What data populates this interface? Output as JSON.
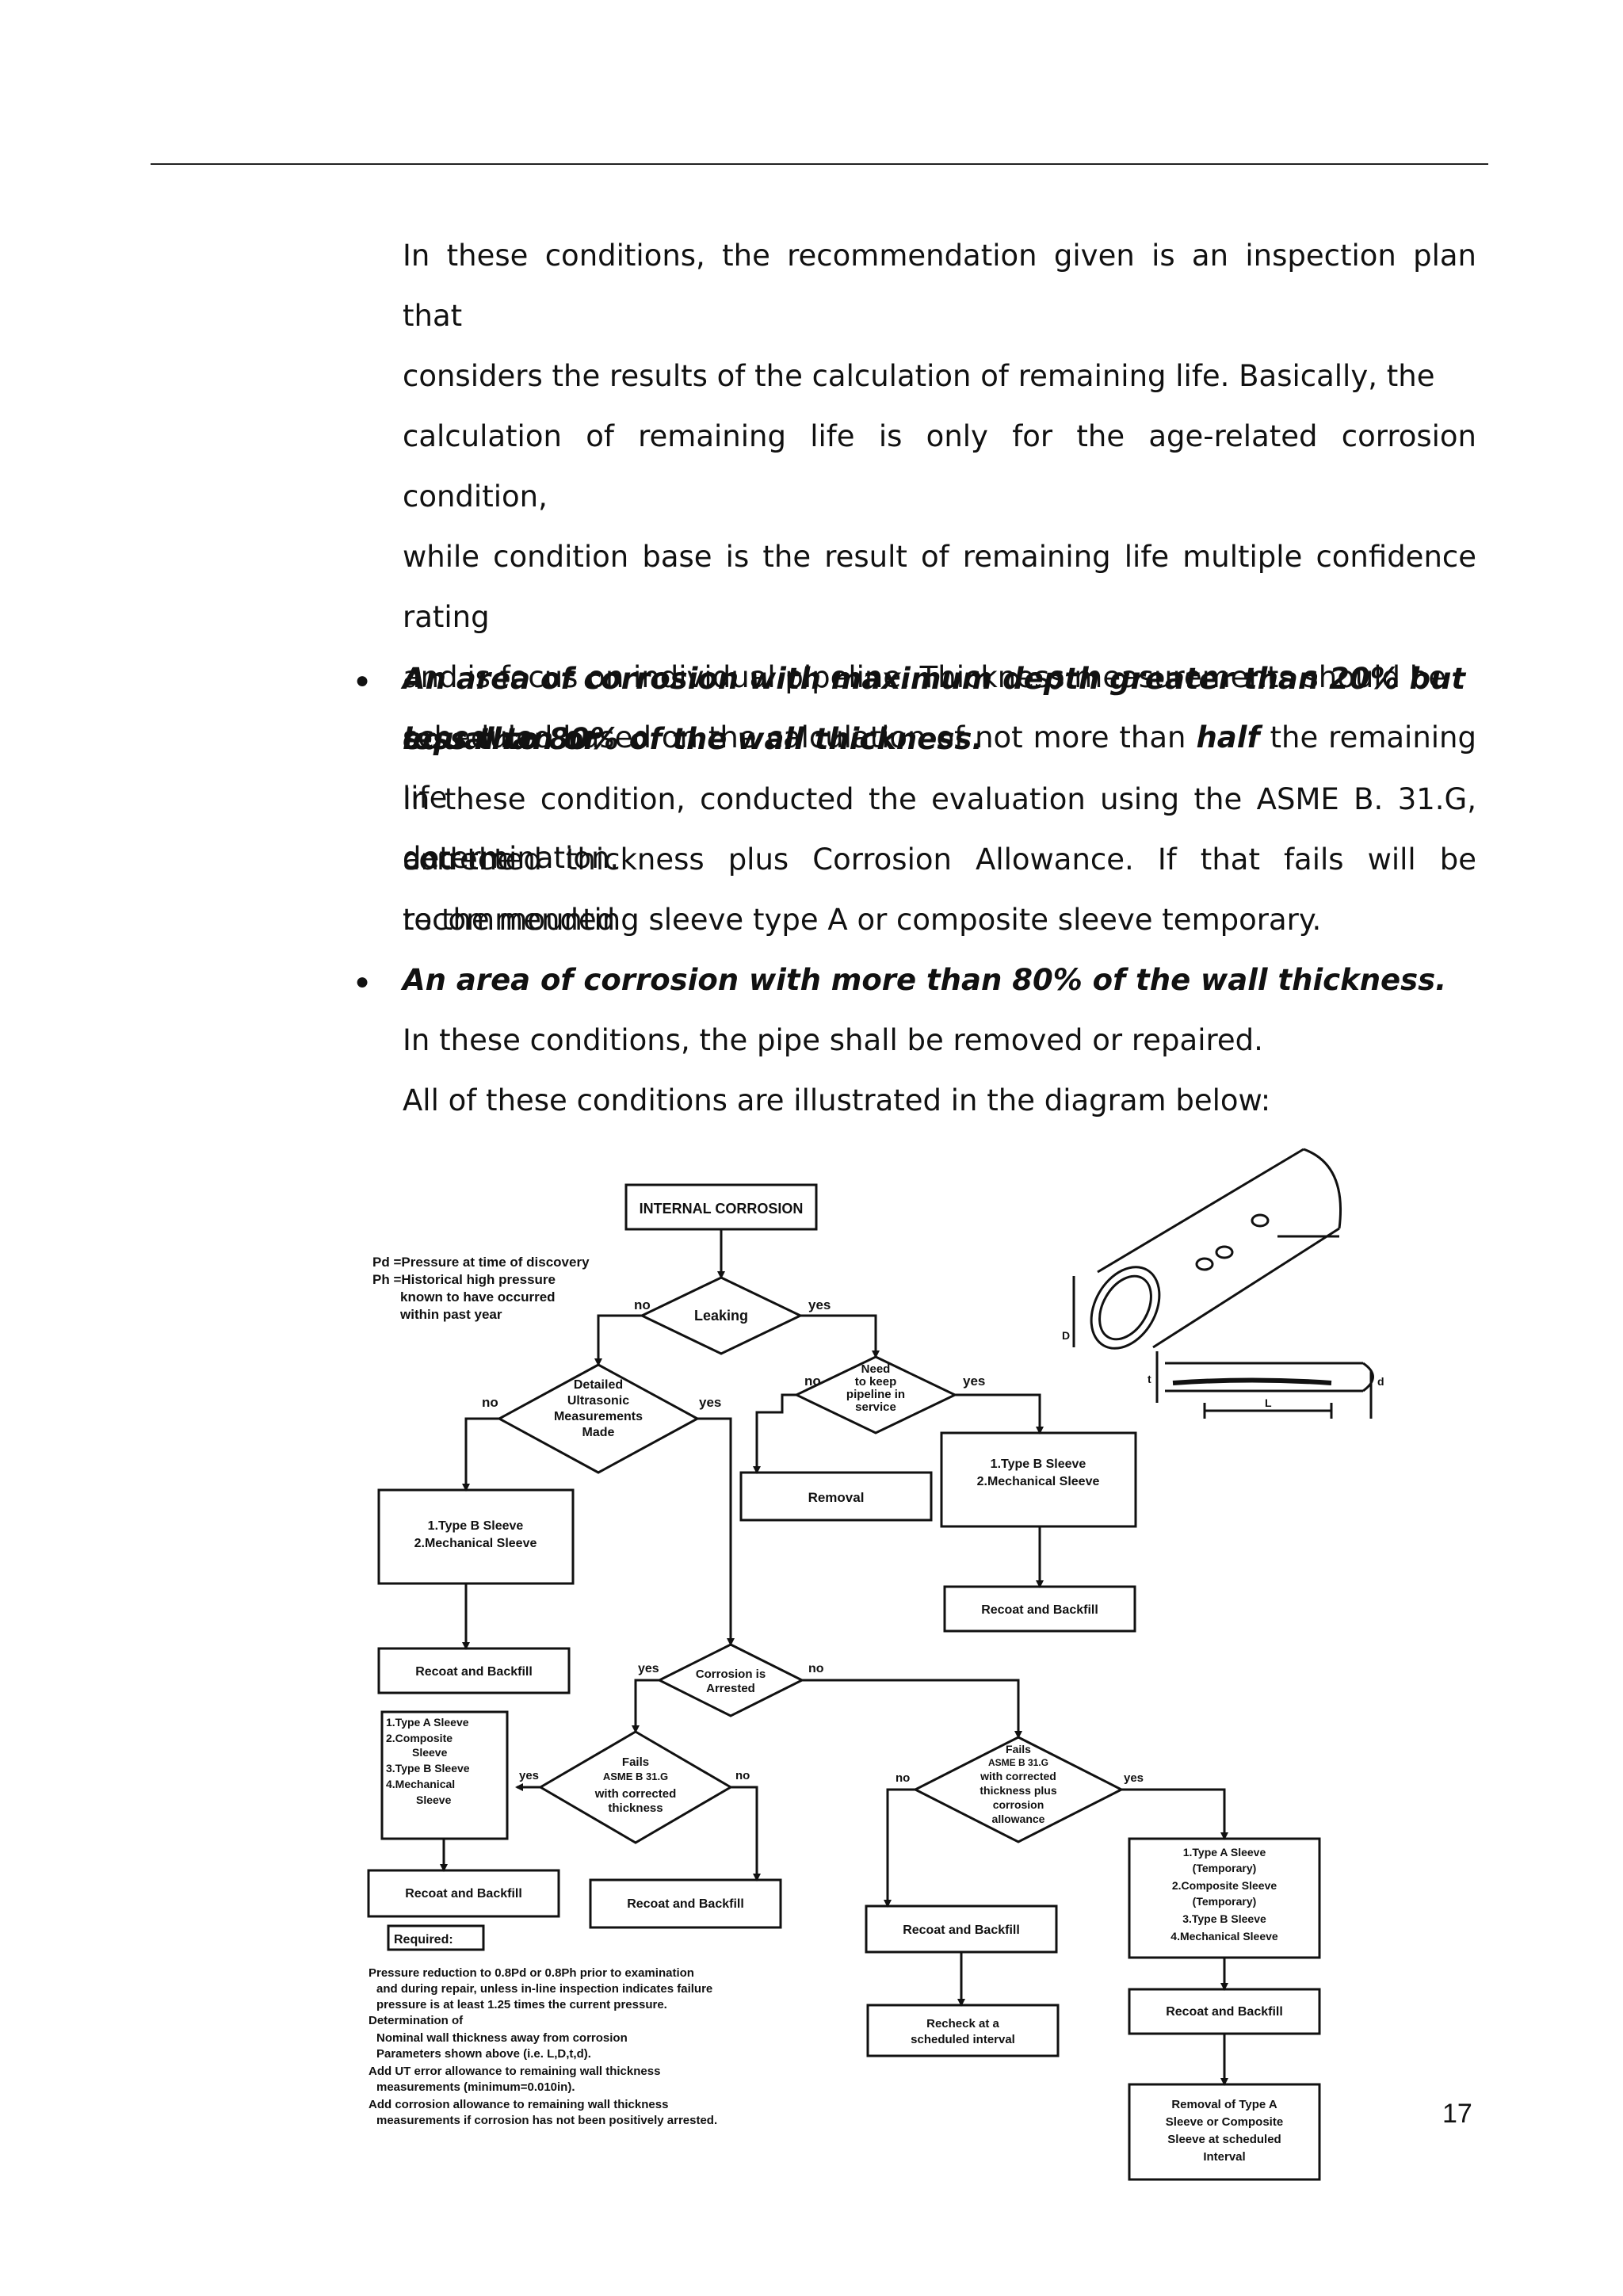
{
  "page": {
    "paragraph_lines": [
      "In these conditions, the recommendation given is an inspection plan that",
      "considers the results of the calculation of remaining life. Basically, the",
      "calculation of remaining life is only for the age-related corrosion condition,",
      "while condition base is the result of remaining life multiple confidence rating",
      "and is focus on individual pipeline. Thickness measurements should be"
    ],
    "para_last_pre": "scheduled based on the calculation of not more than ",
    "para_last_bold": "half",
    "para_last_post": " the remaining life",
    "para_end": "determination.",
    "bullet1_line1": "An area of corrosion with maximum depth greater than 20% but less than or",
    "bullet1_line2": "equal to 80% of the wall thickness.",
    "bullet1_body": [
      "In these condition, conducted the evaluation using the ASME B. 31.G, and the",
      "corrected thickness plus Corrosion Allowance. If that fails will be recommended",
      "to the mounting sleeve type A or composite sleeve temporary."
    ],
    "bullet2_head": "An area of corrosion with more than 80% of the wall thickness.",
    "bullet2_body": "In these conditions, the pipe shall be removed or repaired.",
    "closing": "All of these conditions are illustrated in the diagram below:",
    "page_number": "17"
  },
  "diagram": {
    "start": "INTERNAL CORROSION",
    "legend": [
      "Pd =Pressure at time of discovery",
      "Ph =Historical high pressure",
      "known to have occurred",
      "within past year"
    ],
    "leaking": "Leaking",
    "ultrasonic": [
      "Detailed",
      "Ultrasonic",
      "Measurements",
      "Made"
    ],
    "keep_service": [
      "Need",
      "to keep",
      "pipeline in",
      "service"
    ],
    "removal": "Removal",
    "sleeve_typeB": [
      "1.Type B Sleeve",
      "2.Mechanical Sleeve"
    ],
    "recoat": "Recoat and Backfill",
    "arrested": [
      "Corrosion is",
      "Arrested"
    ],
    "fails1": [
      "Fails",
      "ASME B 31.G",
      "with corrected",
      "thickness"
    ],
    "fails2": [
      "Fails",
      "ASME B 31.G",
      "with corrected",
      "thickness plus",
      "corrosion",
      "allowance"
    ],
    "left_sleeves": [
      "1.Type A Sleeve",
      "2.Composite",
      "Sleeve",
      "3.Type B Sleeve",
      "4.Mechanical",
      "Sleeve"
    ],
    "right_sleeves": [
      "1.Type A Sleeve",
      "(Temporary)",
      "2.Composite Sleeve",
      "(Temporary)",
      "3.Type B Sleeve",
      "4.Mechanical Sleeve"
    ],
    "recheck": [
      "Recheck at a",
      "scheduled interval"
    ],
    "removal_final": [
      "Removal of Type A",
      "Sleeve or Composite",
      "Sleeve at scheduled",
      "Interval"
    ],
    "required": "Required:",
    "notes": [
      "Pressure reduction to 0.8Pd or 0.8Ph prior to examination",
      "and during repair, unless in-line inspection indicates failure",
      "pressure is at least 1.25 times the current pressure.",
      "Determination of",
      "Nominal wall thickness away from corrosion",
      "Parameters shown above (i.e. L,D,t,d).",
      "Add UT error allowance to remaining wall thickness",
      "measurements (minimum=0.010in).",
      "Add corrosion allowance to remaining wall thickness",
      "measurements if corrosion has not been positively arrested."
    ],
    "yes": "yes",
    "no": "no",
    "dim_D": "D",
    "dim_t": "t",
    "dim_d": "d",
    "dim_L": "L"
  }
}
